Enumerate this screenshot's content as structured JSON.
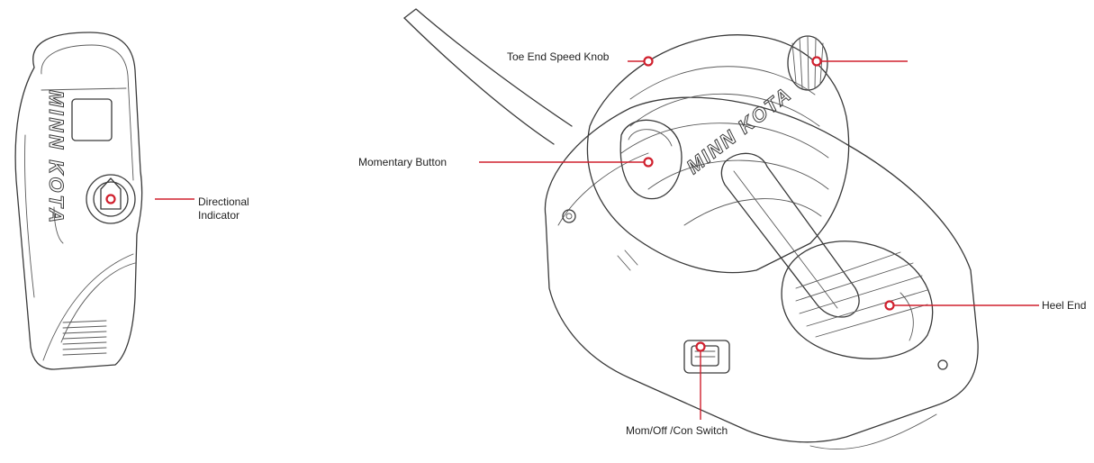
{
  "callouts": {
    "toe_end_speed_knob": "Toe End Speed Knob",
    "momentary_button": "Momentary Button",
    "directional_indicator_line1": "Directional",
    "directional_indicator_line2": "Indicator",
    "heel_end": "Heel End",
    "mom_off_con_switch": "Mom/Off /Con Switch"
  },
  "brand_marks": {
    "remote_logo": "MINN KOTA",
    "pedal_logo": "MINN KOTA"
  },
  "colors": {
    "accent": "#d0202e",
    "outline": "#3a3a3a"
  },
  "icons": {
    "directional_indicator": "arrow-indicator-icon"
  }
}
